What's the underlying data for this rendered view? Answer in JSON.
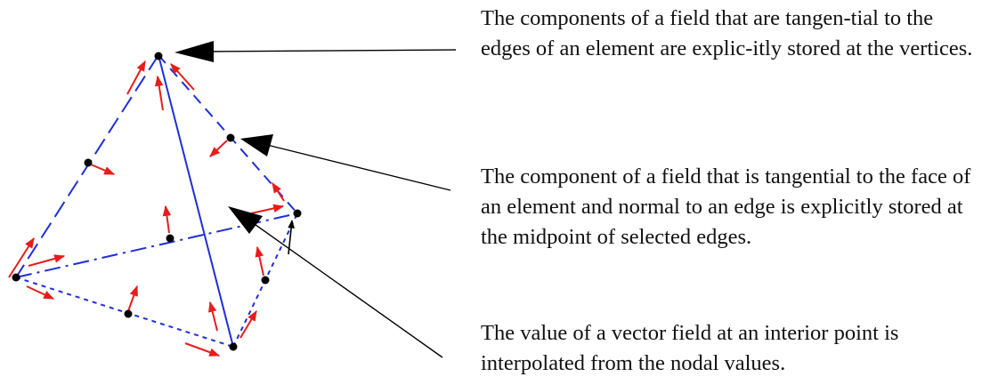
{
  "captions": {
    "vertices": "The components of a field that are tangen-tial to the edges of an element are explic-itly stored at the vertices.",
    "edges": "The component of a field that is tangential to the face of an element and normal to an edge is explicitly stored at the midpoint of selected edges.",
    "interior": "The value of a vector field at an interior point is interpolated from the nodal values."
  },
  "colors": {
    "edge_line": "#1f2fd6",
    "vector_arrow": "#e81c1c",
    "pointer_arrow": "#000000",
    "node": "#000000"
  }
}
